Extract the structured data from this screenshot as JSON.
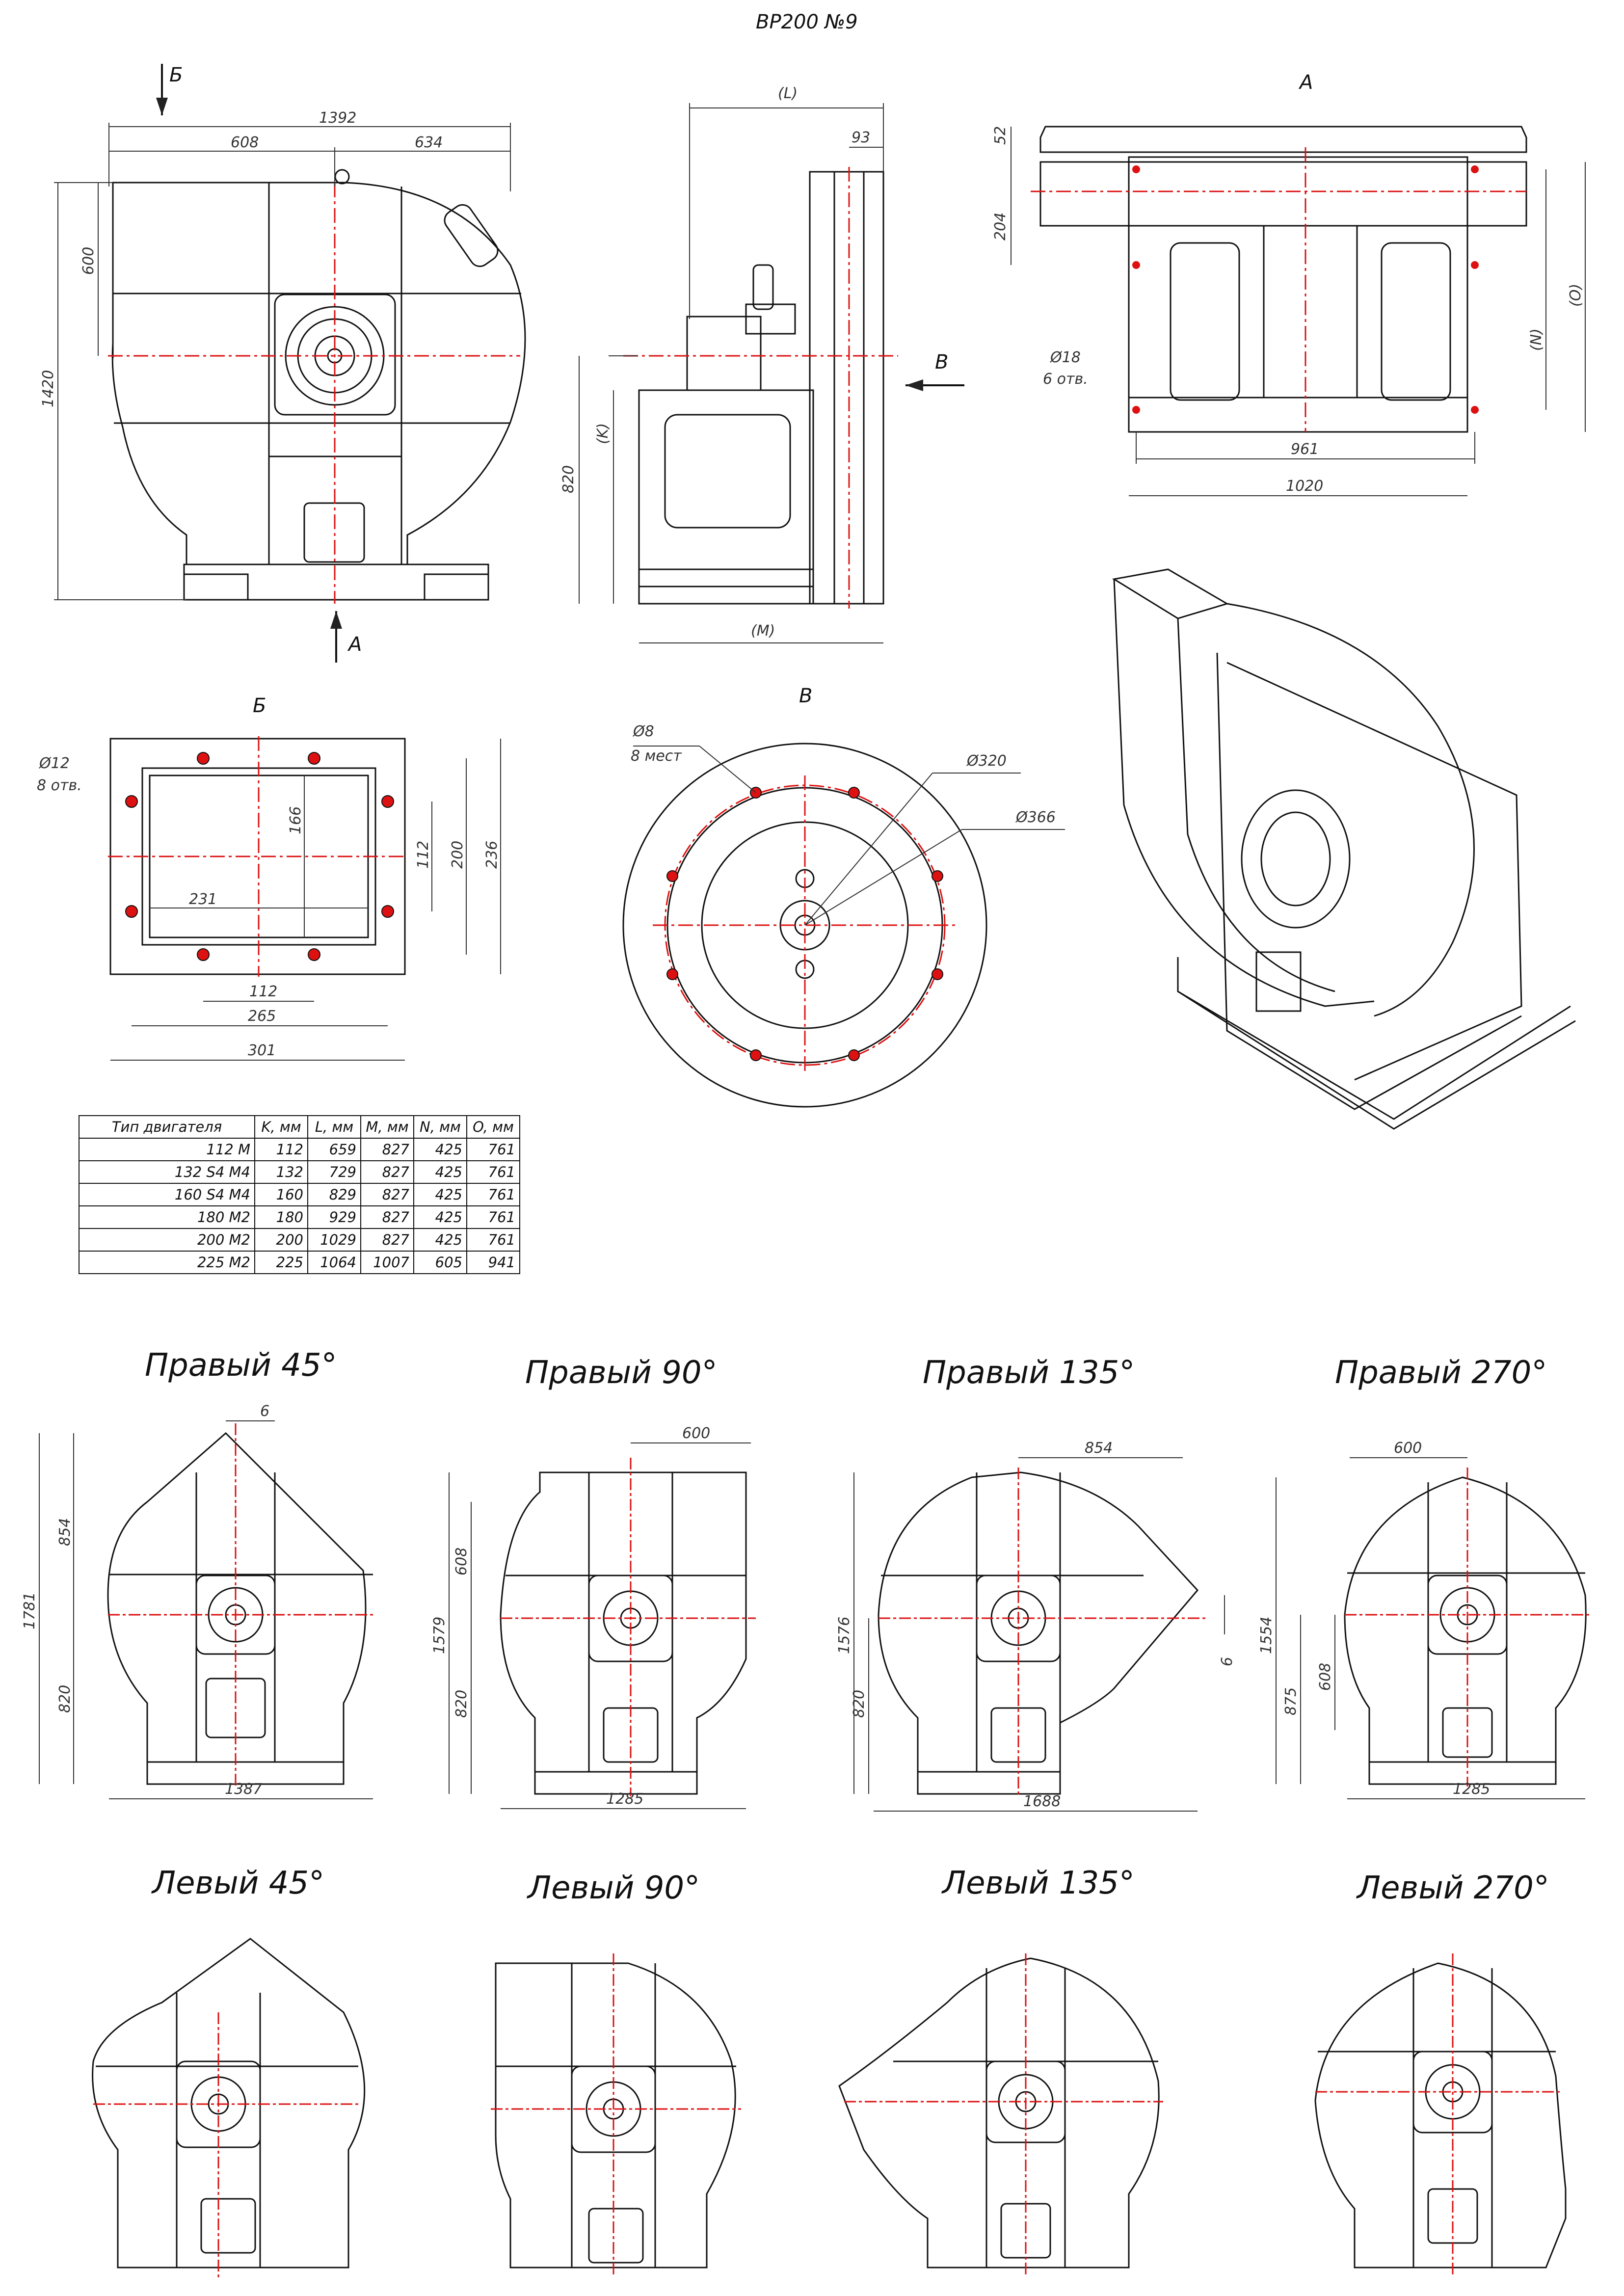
{
  "title": "ВР200 №9",
  "views": {
    "a_label": "А",
    "b_label": "Б",
    "v_label": "В",
    "arrow_b": "Б",
    "arrow_a": "А",
    "arrow_v": "В"
  },
  "front_dims": {
    "overall_w": "1392",
    "left_w": "608",
    "right_w": "634",
    "height": "1420",
    "upper_h": "600"
  },
  "side_dims": {
    "L": "(L)",
    "w93": "93",
    "K": "(K)",
    "h820": "820",
    "M": "(M)"
  },
  "top_dims": {
    "d52": "52",
    "d204": "204",
    "hole_d": "Ø18",
    "hole_n": "6 отв.",
    "N": "(N)",
    "O": "(O)",
    "w961": "961",
    "w1020": "1020"
  },
  "flange_b_dims": {
    "hole_d": "Ø12",
    "hole_n": "8 отв.",
    "h166": "166",
    "h112": "112",
    "h200": "200",
    "h236": "236",
    "w231": "231",
    "w112": "112",
    "w265": "265",
    "w301": "301"
  },
  "flange_v_dims": {
    "hole_d": "Ø8",
    "hole_n": "8 мест",
    "d320": "Ø320",
    "d366": "Ø366"
  },
  "motor_table": {
    "headers": [
      "Тип двигателя",
      "K, мм",
      "L, мм",
      "M, мм",
      "N, мм",
      "O, мм"
    ],
    "rows": [
      [
        "112 M",
        "112",
        "659",
        "827",
        "425",
        "761"
      ],
      [
        "132 S4 M4",
        "132",
        "729",
        "827",
        "425",
        "761"
      ],
      [
        "160 S4 M4",
        "160",
        "829",
        "827",
        "425",
        "761"
      ],
      [
        "180 M2",
        "180",
        "929",
        "827",
        "425",
        "761"
      ],
      [
        "200 M2",
        "200",
        "1029",
        "827",
        "425",
        "761"
      ],
      [
        "225 M2",
        "225",
        "1064",
        "1007",
        "605",
        "941"
      ]
    ]
  },
  "variants": {
    "r45": {
      "label": "Правый 45°",
      "d6": "6",
      "d854": "854",
      "d1781": "1781",
      "d820": "820",
      "d1387": "1387"
    },
    "r90": {
      "label": "Правый 90°",
      "d600": "600",
      "d608": "608",
      "d1579": "1579",
      "d820": "820",
      "d1285": "1285"
    },
    "r135": {
      "label": "Правый 135°",
      "d854": "854",
      "d1576": "1576",
      "d820": "820",
      "d6": "6",
      "d1688": "1688"
    },
    "r270": {
      "label": "Правый 270°",
      "d600": "600",
      "d1554": "1554",
      "d875": "875",
      "d608": "608",
      "d1285": "1285"
    },
    "l45": {
      "label": "Левый 45°"
    },
    "l90": {
      "label": "Левый 90°"
    },
    "l135": {
      "label": "Левый 135°"
    },
    "l270": {
      "label": "Левый 270°"
    }
  }
}
